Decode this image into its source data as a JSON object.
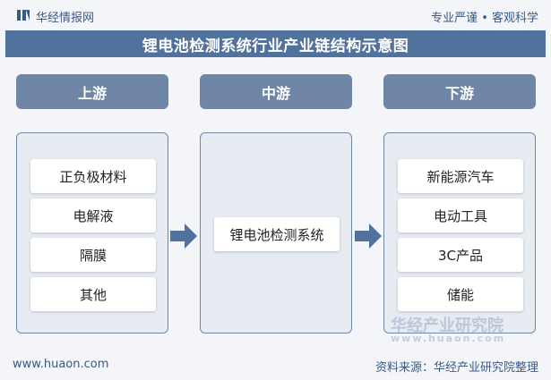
{
  "header": {
    "brand": "华经情报网",
    "slogan": "专业严谨 • 客观科学"
  },
  "title": "锂电池检测系统行业产业链结构示意图",
  "stages": {
    "upstream": {
      "label": "上游",
      "items": [
        "正负极材料",
        "电解液",
        "隔膜",
        "其他"
      ]
    },
    "midstream": {
      "label": "中游",
      "items": [
        "锂电池检测系统"
      ]
    },
    "downstream": {
      "label": "下游",
      "items": [
        "新能源汽车",
        "电动工具",
        "3C产品",
        "储能"
      ]
    }
  },
  "footer": {
    "url": "www.huaon.com",
    "source": "资料来源：华经产业研究院整理"
  },
  "watermark": {
    "name": "华经产业研究院",
    "url": "www.huaon.com"
  },
  "colors": {
    "title_bar": "#51729d",
    "stage_header": "#6f86a6",
    "panel_bg": "#e7ebf2",
    "arrow": "#51729d"
  }
}
